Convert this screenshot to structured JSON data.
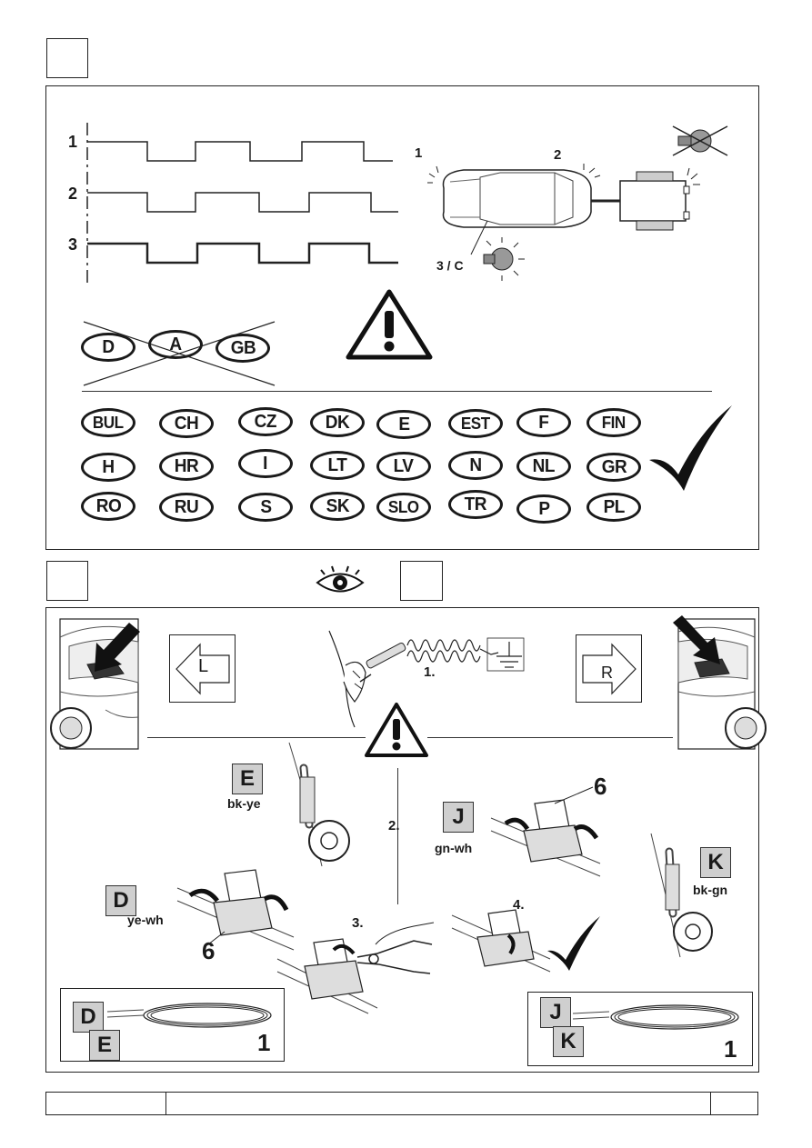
{
  "section1": {
    "signal_labels": [
      "1",
      "2",
      "3"
    ],
    "car_labels": {
      "one": "1",
      "two": "2",
      "three_c": "3 / C"
    },
    "excluded_countries": [
      "D",
      "A",
      "GB"
    ],
    "countries": [
      [
        "BUL",
        "CH",
        "CZ",
        "DK",
        "E",
        "EST",
        "F",
        "FIN"
      ],
      [
        "H",
        "HR",
        "I",
        "LT",
        "LV",
        "N",
        "NL",
        "GR"
      ],
      [
        "RO",
        "RU",
        "S",
        "SK",
        "SLO",
        "TR",
        "P",
        "PL"
      ]
    ]
  },
  "section2": {
    "left_arrow": "L",
    "right_arrow": "R",
    "steps": {
      "s1": "1.",
      "s2": "2.",
      "s3": "3.",
      "s4": "4."
    },
    "connectors": {
      "E": {
        "key": "E",
        "wire": "bk-ye"
      },
      "J": {
        "key": "J",
        "wire": "gn-wh",
        "number": "6"
      },
      "D": {
        "key": "D",
        "wire": "ye-wh",
        "number": "6"
      },
      "K": {
        "key": "K",
        "wire": "bk-gn"
      }
    },
    "cable_left": {
      "keys": [
        "D",
        "E"
      ],
      "number": "1"
    },
    "cable_right": {
      "keys": [
        "J",
        "K"
      ],
      "number": "1"
    }
  },
  "icons": [
    "warning-icon",
    "eye-icon",
    "checkmark-icon",
    "arrow-left-icon",
    "arrow-right-icon",
    "ground-icon"
  ]
}
